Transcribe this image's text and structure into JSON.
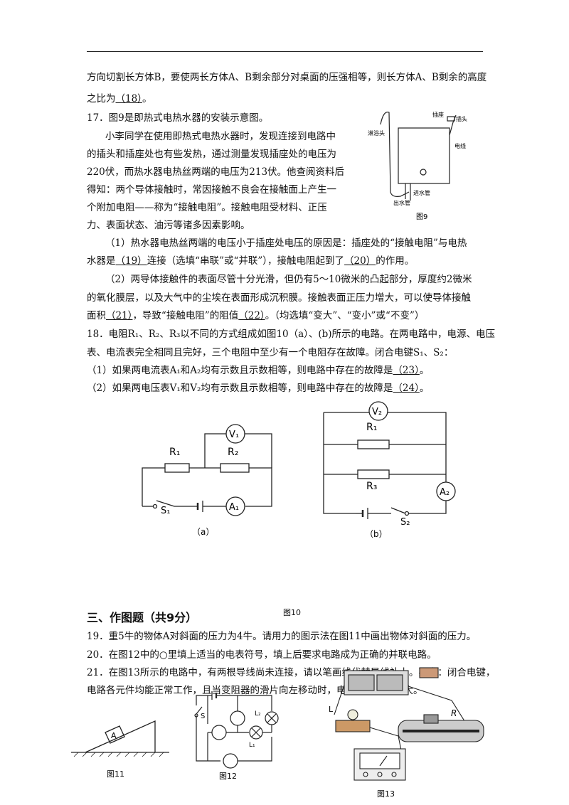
{
  "p1": {
    "l1": "方向切割长方体B，要使两长方体A、B剩余部分对桌面的压强相等，则长方体A、B剩余的高度",
    "l2a": "之比为",
    "l2b": "（18）",
    "l2c": "。"
  },
  "q17": {
    "title": "17．图9是即热式电热水器的安装示意图。",
    "p1": "小李同学在使用即热式电热水器时，发现连接到电路中",
    "p2": "的插头和插座处也有些发热，通过测量发现插座处的电压为",
    "p3": "220伏，而热水器电热丝两端的电压为213伏。他查阅资料后",
    "p4": "得知：两个导体接触时，常因接触不良会在接触面上产生一",
    "p5": "个附加电阻——称为“接触电阻”。接触电阻受材料、正压",
    "p6": "力、表面状态、油污等诸多因素影响。",
    "s1a": "（1）热水器电热丝两端的电压小于插座处电压的原因是：插座处的“接触电阻”与电热",
    "s1b_1": "水器是",
    "s1b_2": "（19）",
    "s1b_3": "连接（选填“串联”或“并联”），接触电阻起到了",
    "s1b_4": "（20）",
    "s1b_5": "的作用。",
    "s2a": "（2）两导体接触件的表面尽管十分光滑，但仍有5～10微米的凸起部分，厚度约2微米",
    "s2b": "的氧化膜层，以及大气中的尘埃在表面形成沉积膜。接触表面正压力增大，可以使导体接触",
    "s2c_1": "面积",
    "s2c_2": "（21）",
    "s2c_3": "，导致“接触电阻”的阻值",
    "s2c_4": "（22）",
    "s2c_5": "。（均选填“变大”、“变小”或“不变”）",
    "fig": {
      "socket": "插座",
      "plug": "插头",
      "wire": "电线",
      "shower": "淋浴头",
      "inlet": "进水管",
      "outlet": "出水管",
      "caption": "图9"
    }
  },
  "q18": {
    "l1": "18．电阻R₁、R₂、R₃以不同的方式组成如图10（a）、(b)所示的电路。在两电路中，电源、电压",
    "l2": "表、电流表完全相同且完好，三个电阻中至少有一个电阻存在故障。闭合电键S₁、S₂：",
    "l3a": "（1）如果两电流表A₁和A₂均有示数且示数相等，则电路中存在的故障是",
    "l3b": "（23）",
    "l3c": "。",
    "l4a": "（2）如果两电压表V₁和V₂均有示数且示数相等，则电路中存在的故障是",
    "l4b": "（24）",
    "l4c": "。",
    "figA": {
      "r1": "R₁",
      "r2": "R₂",
      "v": "V₁",
      "a": "A₁",
      "s": "S₁",
      "cap": "（a）"
    },
    "figB": {
      "r1": "R₁",
      "r3": "R₃",
      "v": "V₂",
      "a": "A₂",
      "s": "S₂",
      "cap": "（b）"
    },
    "caption": "图10"
  },
  "sec3": {
    "title": "三、作图题（共9分）",
    "q19": "19．重5牛的物体A对斜面的压力为4牛。请用力的图示法在图11中画出物体对斜面的压力。",
    "q20": "20．在图12中的○里填上适当的电表符号，填上后要求电路成为正确的并联电路。",
    "q21a": "21．在图13所示的电路中，有两根导线尚未连接，请以笔画线代替导线补上。要求：闭合电键，",
    "q21b": "电路各元件均能正常工作，且当变阻器的滑片向左移动时，电压表的示数变大。",
    "fig11": {
      "block": "A",
      "cap": "图11"
    },
    "fig12": {
      "s": "S",
      "l1": "L₁",
      "l2": "L₂",
      "cap": "图12"
    },
    "fig13": {
      "l": "L",
      "r": "R",
      "cap": "图13"
    }
  }
}
